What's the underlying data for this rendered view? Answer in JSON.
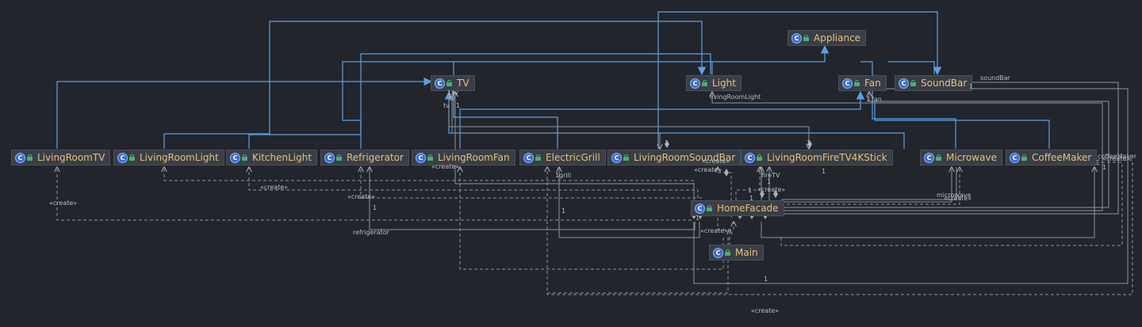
{
  "diagram": {
    "classes": {
      "appliance": "Appliance",
      "tv": "TV",
      "light": "Light",
      "fan": "Fan",
      "soundbar": "SoundBar",
      "living_room_tv": "LivingRoomTV",
      "living_room_light": "LivingRoomLight",
      "kitchen_light": "KitchenLight",
      "refrigerator": "Refrigerator",
      "living_room_fan": "LivingRoomFan",
      "electric_grill": "ElectricGrill",
      "living_room_soundbar": "LivingRoomSoundBar",
      "living_room_fire_tv": "LivingRoomFireTV4KStick",
      "microwave": "Microwave",
      "coffee_maker": "CoffeeMaker",
      "home_facade": "HomeFacade",
      "main": "Main"
    },
    "class_icon_letter": "C",
    "labels": {
      "sound_bar_role": "soundBar",
      "living_room_light_role": "livingRoomLight",
      "tv_role_short": "tv",
      "tv_role": "tv",
      "fan_role": "fan",
      "grill_role": "grill",
      "microwave_role": "microwave",
      "refrigerator_role": "refrigerator",
      "fire_tv_role": "fireTV",
      "coffee_maker_role": "coffeeMaker",
      "create": "«create»",
      "one": "1"
    }
  }
}
